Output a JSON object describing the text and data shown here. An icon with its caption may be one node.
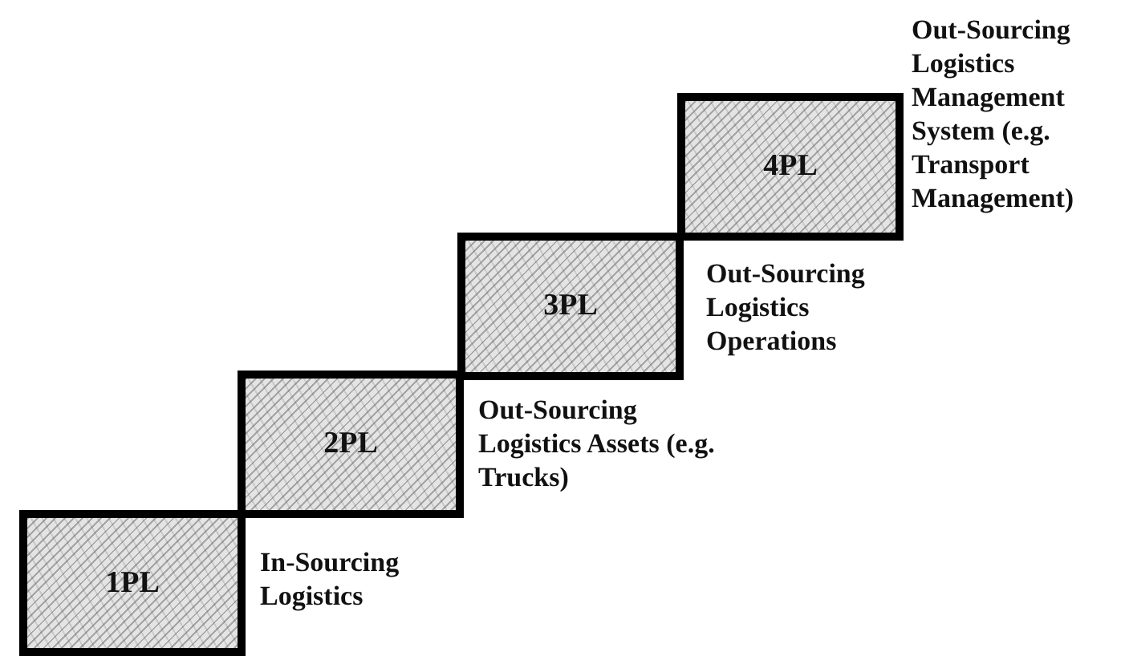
{
  "diagram": {
    "nodes": [
      {
        "text": [
          "1PL"
        ],
        "beside": [
          "In-Sourcing Logistics"
        ]
      },
      {
        "text": [
          "2PL"
        ],
        "beside": [
          "Out-Sourcing Logistics Assets (e.g. Trucks)"
        ]
      },
      {
        "text": [
          "3PL"
        ],
        "beside": [
          "Out-Sourcing Logistics Operations"
        ]
      },
      {
        "text": [
          "4PL"
        ],
        "beside": [
          "Out-Sourcing Logistics Management System (e.g. Transport Management)"
        ]
      }
    ]
  }
}
